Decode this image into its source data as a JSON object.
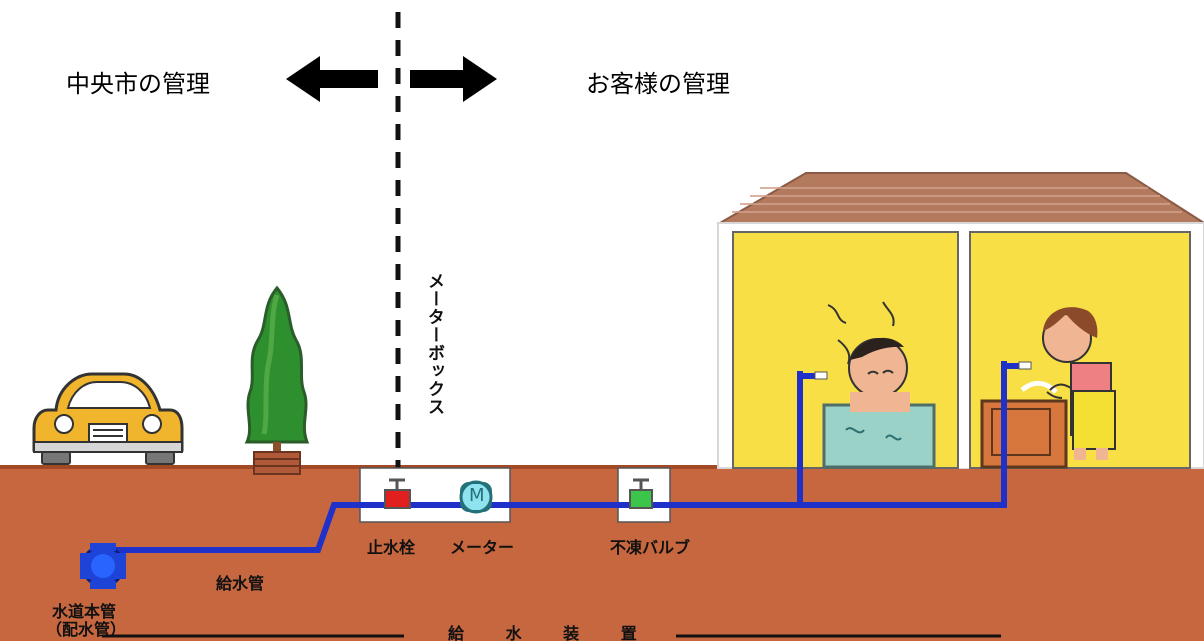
{
  "colors": {
    "ground": "#c6673f",
    "ground_edge": "#a24a26",
    "wall": "#f8df45",
    "roof": "#b47a5d",
    "pipe": "#1f31c8",
    "main_pipe": "#1e43d7",
    "stop_valve": "#e11f1f",
    "anti_freeze_valve": "#3bc54a",
    "meter": "#8fe3ee",
    "boundary": "#111111"
  },
  "icons": [
    "left-arrow-icon",
    "right-arrow-icon",
    "stop-valve-icon",
    "water-meter-icon",
    "anti-freeze-valve-icon",
    "water-main-icon",
    "faucet-icon",
    "car-icon",
    "tree-icon",
    "house-icon",
    "bathtub-icon",
    "sink-icon"
  ],
  "labels": {
    "city_management": "中央市の管理",
    "customer_management": "お客様の管理",
    "meter_box": "メーターボックス",
    "stop_valve": "止水栓",
    "meter": "メーター",
    "anti_freeze_valve": "不凍バルブ",
    "supply_pipe": "給水管",
    "water_main_line1": "水道本管",
    "water_main_line2": "（配水管）",
    "water_supply_equipment": "給 水 装 置",
    "meter_symbol": "M"
  }
}
